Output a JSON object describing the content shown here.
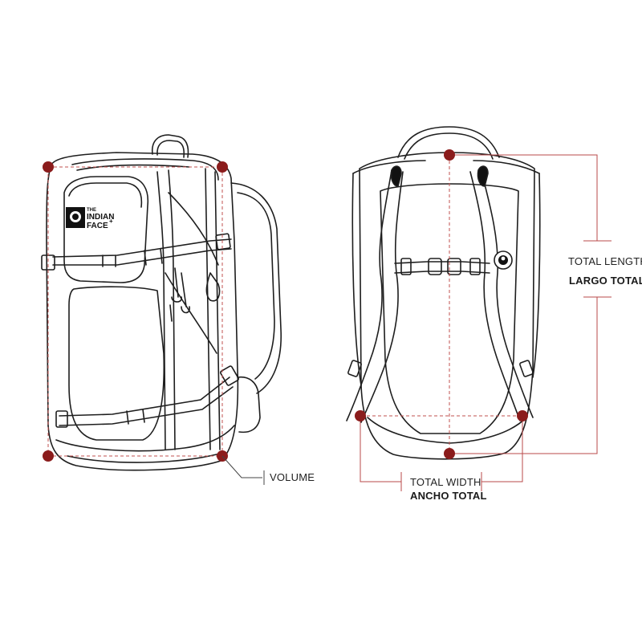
{
  "brand": {
    "logo_line1": "THE",
    "logo_line2": "INDIAN",
    "logo_line3": "FACE",
    "logo_mark": "+"
  },
  "labels": {
    "volume": "VOLUME",
    "total_length_en": "TOTAL LENGTH",
    "total_length_es": "LARGO TOTAL",
    "total_width_en": "TOTAL WIDTH",
    "total_width_es": "ANCHO TOTAL"
  },
  "colors": {
    "measure_marker": "#8b1c1c",
    "measure_line": "#b84a4a",
    "outline": "#1e1e1e"
  },
  "icons": {
    "front_logo": "indian-head-logo",
    "back_badge": "indian-head-badge"
  }
}
